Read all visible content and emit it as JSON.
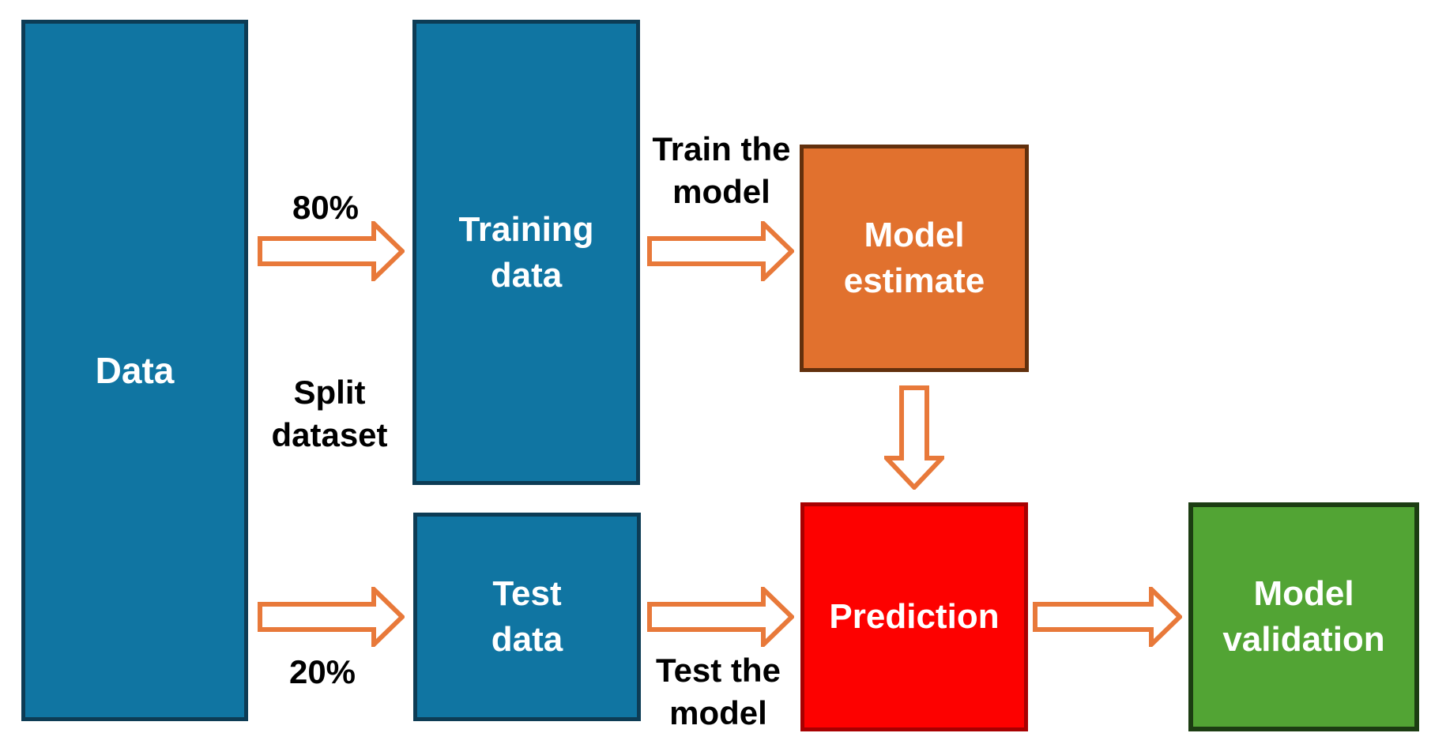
{
  "diagram": {
    "background": "#ffffff",
    "colors": {
      "page-bg": "#ffffff",
      "blue-fill": "#1075A2",
      "blue-border": "#0D3C55",
      "orange-fill": "#E1712E",
      "orange-border": "#62300D",
      "red-fill": "#FD0100",
      "red-border": "#A80001",
      "green-fill": "#52A434",
      "green-border": "#1C3D12",
      "arrow-stroke": "#E8793A",
      "arrow-fill": "#FFFFFF",
      "label-color": "#000000",
      "box-text": "#FFFFFF"
    },
    "boxes": {
      "data": {
        "label": "Data"
      },
      "training": {
        "line1": "Training",
        "line2": "data"
      },
      "test": {
        "line1": "Test",
        "line2": "data"
      },
      "model_estimate": {
        "line1": "Model",
        "line2": "estimate"
      },
      "prediction": {
        "label": "Prediction"
      },
      "model_validation": {
        "line1": "Model",
        "line2": "validation"
      }
    },
    "labels": {
      "pct80": "80%",
      "pct20": "20%",
      "split": {
        "line1": "Split",
        "line2": "dataset"
      },
      "train": {
        "line1": "Train the",
        "line2": "model"
      },
      "test": {
        "line1": "Test the",
        "line2": "model"
      }
    }
  }
}
